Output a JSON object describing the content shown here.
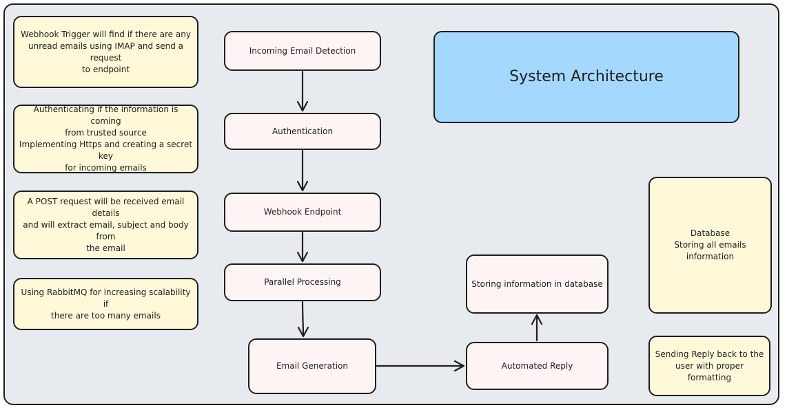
{
  "title": "System Architecture",
  "notes": {
    "webhook_trigger": "Webhook Trigger will find if there are any\nunread emails using IMAP and send a request\nto endpoint",
    "authenticating": "Authenticating if the information is coming\nfrom trusted source\nImplementing Https and creating a secret key\nfor incoming emails",
    "post_request": "A POST request will be received email details\nand will extract email, subject and body from\nthe email",
    "rabbitmq": "Using RabbitMQ for increasing scalability if\nthere are too many emails",
    "database": "Database\nStoring all emails information",
    "sending_reply": "Sending Reply back to the\nuser with proper formatting"
  },
  "steps": {
    "incoming_email_detection": "Incoming Email Detection",
    "authentication": "Authentication",
    "webhook_endpoint": "Webhook Endpoint",
    "parallel_processing": "Parallel Processing",
    "email_generation": "Email Generation",
    "automated_reply": "Automated Reply",
    "storing_information": "Storing information in database"
  },
  "colors": {
    "note_fill": "#fff8d9",
    "step_fill": "#fff5f5",
    "title_fill": "#a5d8ff",
    "canvas_fill": "#e7ebef",
    "stroke": "#1e1e1e"
  }
}
